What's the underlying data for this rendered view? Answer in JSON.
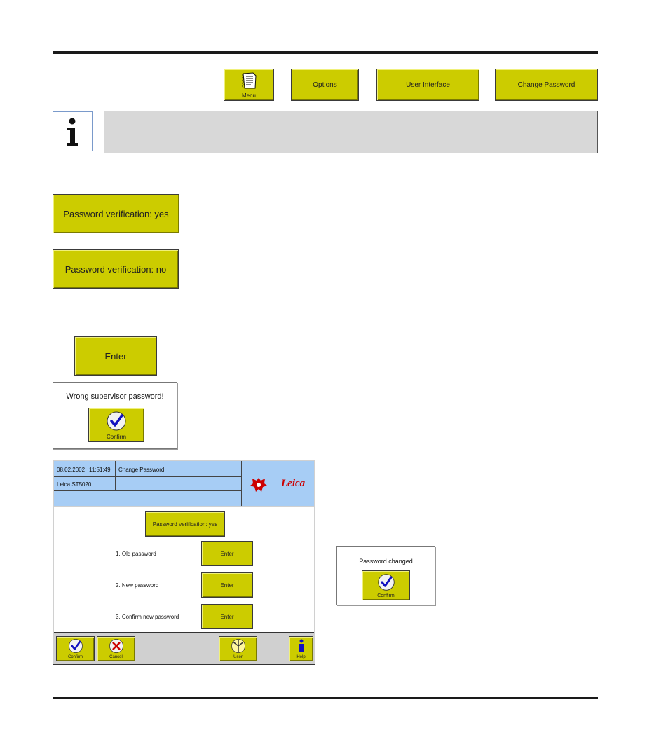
{
  "breadcrumb": {
    "menu_label": "Menu",
    "options_label": "Options",
    "user_interface_label": "User Interface",
    "change_password_label": "Change Password"
  },
  "buttons": {
    "password_verification_yes": "Password verification: yes",
    "password_verification_no": "Password verification: no",
    "enter": "Enter"
  },
  "wrong_password_dialog": {
    "message": "Wrong supervisor password!",
    "confirm_label": "Confirm"
  },
  "screen": {
    "date": "08.02.2002",
    "time": "11:51:49",
    "title": "Change Password",
    "device": "Leica ST5020",
    "brand": "Leica",
    "verification_label": "Password verification: yes",
    "rows": [
      {
        "label": "1. Old password",
        "button": "Enter"
      },
      {
        "label": "2. New password",
        "button": "Enter"
      },
      {
        "label": "3. Confirm new password",
        "button": "Enter"
      }
    ],
    "footer": {
      "confirm_label": "Confirm",
      "cancel_label": "Cancel",
      "user_label": "User",
      "help_label": "Help"
    }
  },
  "changed_dialog": {
    "message": "Password changed",
    "confirm_label": "Confirm"
  },
  "colors": {
    "button_yellow": "#cccc00",
    "header_blue": "#a7cdf5",
    "note_gray": "#d8d8d8",
    "check_blue": "#1010c0",
    "cancel_red": "#cc0000",
    "brand_red": "#cc0000"
  }
}
